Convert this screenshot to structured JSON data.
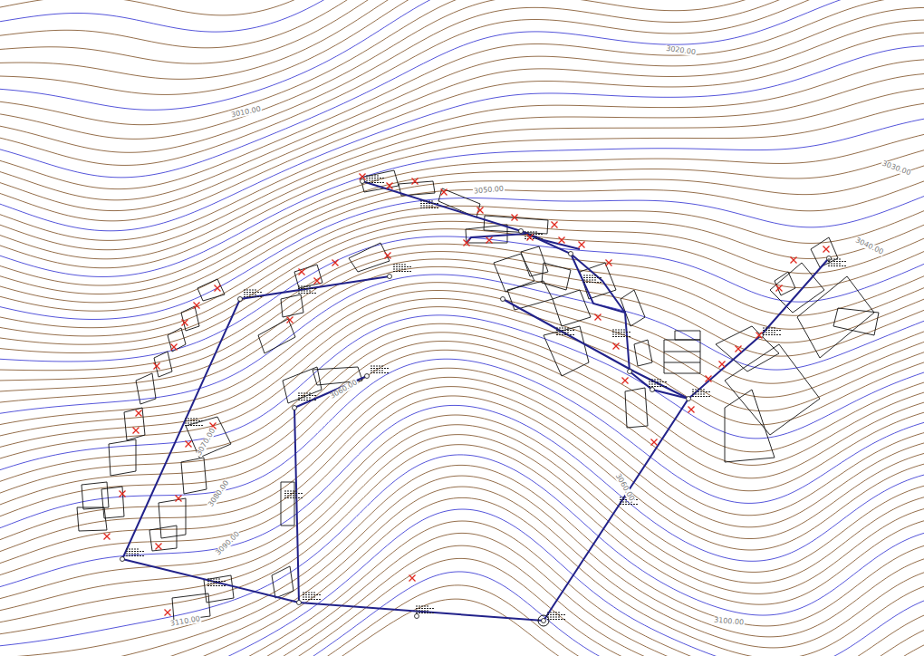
{
  "diagram": {
    "labels": [
      "3020.00",
      "3010.00",
      "3030.00",
      "3040.00",
      "3050.00",
      "3060.00",
      "3070.00",
      "3080.00",
      "3090.00",
      "3110.00",
      "3100.00",
      "3060.00"
    ]
  }
}
